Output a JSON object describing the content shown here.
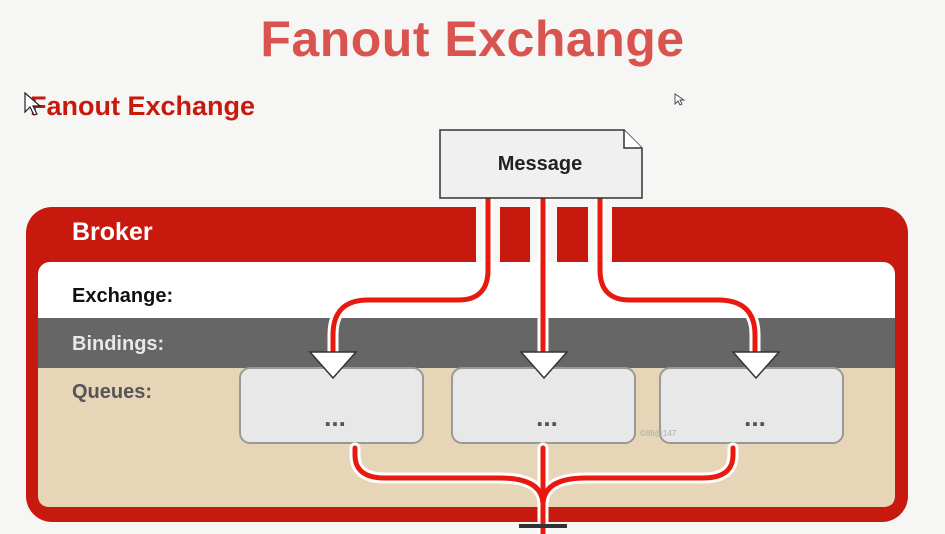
{
  "slide": {
    "title": "Fanout Exchange"
  },
  "diagram": {
    "heading": "Fanout Exchange",
    "message_label": "Message",
    "broker_label": "Broker",
    "rows": {
      "exchange": "Exchange:",
      "bindings": "Bindings:",
      "queues": "Queues:"
    },
    "queues": [
      {
        "label": "..."
      },
      {
        "label": "..."
      },
      {
        "label": "..."
      }
    ],
    "watermark": "©86@147",
    "colors": {
      "brand_red": "#c8190f",
      "title_red": "#d9534f",
      "bindings_gray": "#666666",
      "queues_tan": "#e6d5b6",
      "queue_box": "#e8e8e8",
      "message_box": "#f0f0f0"
    }
  },
  "icons": [
    "mouse-pointer-icon",
    "mouse-pointer-icon"
  ]
}
